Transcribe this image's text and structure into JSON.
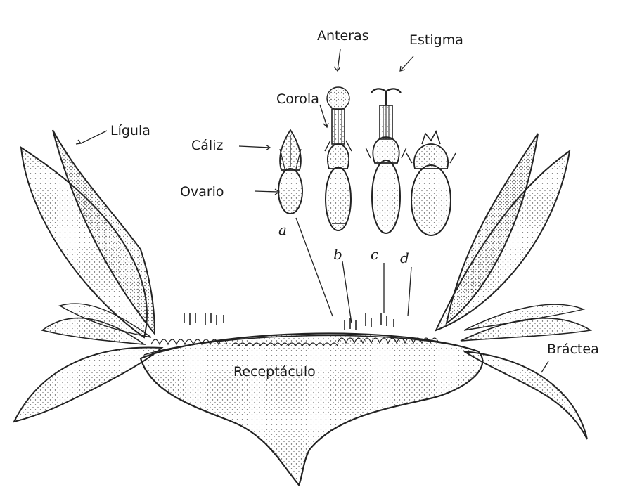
{
  "labels": {
    "anteras": "Anteras",
    "estigma": "Estigma",
    "corola": "Corola",
    "ligula": "Lígula",
    "caliz": "Cáliz",
    "ovario": "Ovario",
    "a": "a",
    "b": "b",
    "c": "c",
    "d": "d",
    "bractea": "Bráctea",
    "receptaculo": "Receptáculo"
  }
}
